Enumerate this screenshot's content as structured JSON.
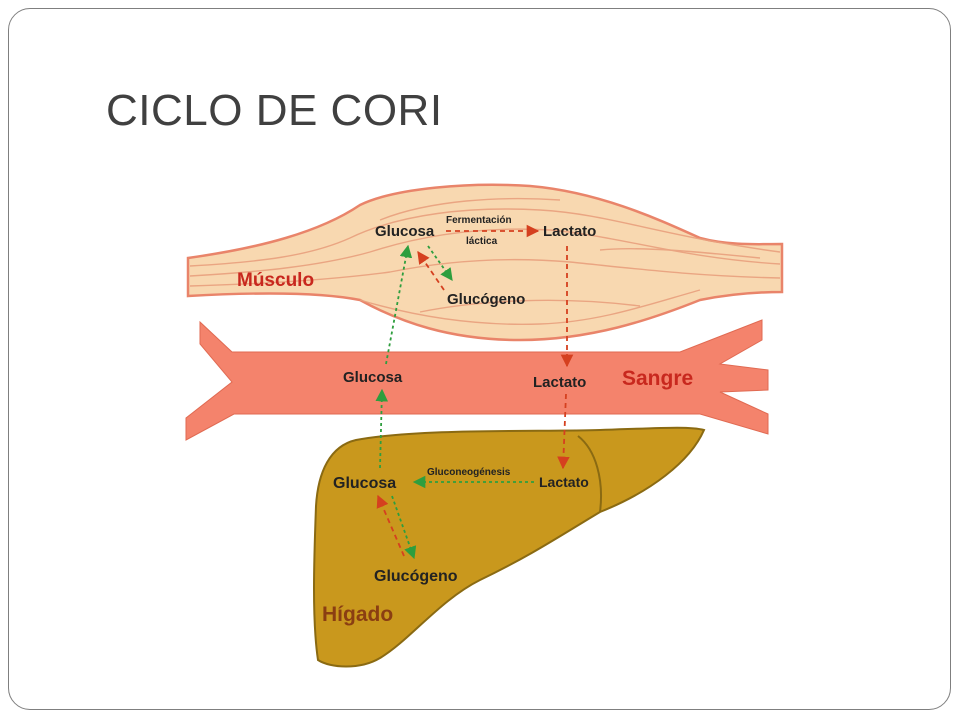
{
  "slide": {
    "title": "CICLO DE CORI"
  },
  "diagram": {
    "regions": {
      "muscle": "Músculo",
      "blood": "Sangre",
      "liver": "Hígado"
    },
    "labels": {
      "muscle_glucose": "Glucosa",
      "muscle_lactate": "Lactato",
      "muscle_glycogen": "Glucógeno",
      "blood_glucose": "Glucosa",
      "blood_lactate": "Lactato",
      "liver_glucose": "Glucosa",
      "liver_lactate": "Lactato",
      "liver_glycogen": "Glucógeno"
    },
    "processes": {
      "fermentation_line1": "Fermentación",
      "fermentation_line2": "láctica",
      "gluconeogenesis": "Gluconeogénesis"
    },
    "colors": {
      "muscle_fill": "#f8d8b0",
      "muscle_stroke": "#e9846a",
      "blood_fill": "#f4836c",
      "liver_fill": "#c9981d",
      "liver_stroke": "#8a6a12",
      "red_label": "#c8281e",
      "liver_label": "#8a3e12",
      "green_arrow": "#2e9e3e",
      "red_arrow": "#d5401f"
    }
  }
}
